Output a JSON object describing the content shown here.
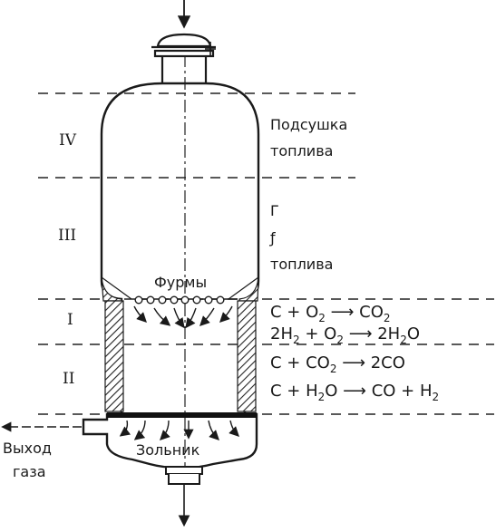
{
  "zones": [
    {
      "id": "IV",
      "numeral": "IV",
      "label_lines": [
        "Подсушка",
        "топлива"
      ]
    },
    {
      "id": "III",
      "numeral": "III",
      "label_lines": [
        "Г",
        "ƒ",
        "топлива"
      ]
    },
    {
      "id": "I",
      "numeral": "I"
    },
    {
      "id": "II",
      "numeral": "II"
    }
  ],
  "tuyeres_label": "Фурмы",
  "ash_pit_label": "Зольник",
  "gas_outlet_label_lines": [
    "Выход",
    "газа"
  ],
  "reactions": [
    {
      "parts": [
        {
          "t": "C + O"
        },
        {
          "t": "2",
          "sub": true
        },
        {
          "t": " ⟶ CO"
        },
        {
          "t": "2",
          "sub": true
        }
      ]
    },
    {
      "parts": [
        {
          "t": "2H"
        },
        {
          "t": "2",
          "sub": true
        },
        {
          "t": "  + O"
        },
        {
          "t": "2",
          "sub": true
        },
        {
          "t": " ⟶ 2H"
        },
        {
          "t": "2",
          "sub": true
        },
        {
          "t": "O"
        }
      ]
    },
    {
      "parts": [
        {
          "t": "C + CO"
        },
        {
          "t": "2",
          "sub": true
        },
        {
          "t": " ⟶ 2CO"
        }
      ]
    },
    {
      "parts": [
        {
          "t": "C + H"
        },
        {
          "t": "2",
          "sub": true
        },
        {
          "t": "O ⟶ CO + H"
        },
        {
          "t": "2",
          "sub": true
        }
      ]
    }
  ]
}
